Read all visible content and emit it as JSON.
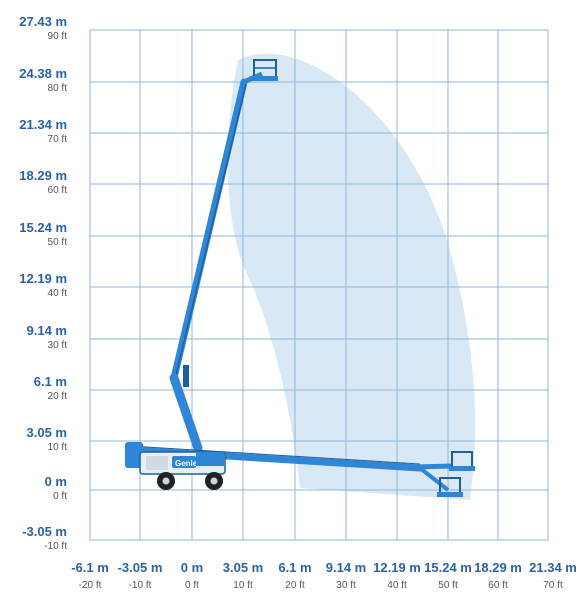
{
  "colors": {
    "grid": "#8fb6dc",
    "envelope": "#cfe2f3",
    "boom": "#2f86d6",
    "boom_dark": "#1f5f9f",
    "label_m": "#2a62a9",
    "label_ft": "#555555",
    "tire": "#222222"
  },
  "brand_text": "Genie",
  "y_axis": [
    {
      "m": "27.43 m",
      "ft": "90 ft"
    },
    {
      "m": "24.38 m",
      "ft": "80 ft"
    },
    {
      "m": "21.34 m",
      "ft": "70 ft"
    },
    {
      "m": "18.29 m",
      "ft": "60 ft"
    },
    {
      "m": "15.24 m",
      "ft": "50 ft"
    },
    {
      "m": "12.19 m",
      "ft": "40 ft"
    },
    {
      "m": "9.14 m",
      "ft": "30 ft"
    },
    {
      "m": "6.1 m",
      "ft": "20 ft"
    },
    {
      "m": "3.05 m",
      "ft": "10 ft"
    },
    {
      "m": "0 m",
      "ft": "0 ft"
    },
    {
      "m": "-3.05 m",
      "ft": "-10 ft"
    }
  ],
  "x_axis": [
    {
      "m": "-6.1 m",
      "ft": "-20 ft"
    },
    {
      "m": "-3.05 m",
      "ft": "-10 ft"
    },
    {
      "m": "0 m",
      "ft": "0 ft"
    },
    {
      "m": "3.05 m",
      "ft": "10 ft"
    },
    {
      "m": "6.1 m",
      "ft": "20 ft"
    },
    {
      "m": "9.14 m",
      "ft": "30 ft"
    },
    {
      "m": "12.19 m",
      "ft": "40 ft"
    },
    {
      "m": "15.24 m",
      "ft": "50 ft"
    },
    {
      "m": "18.29 m",
      "ft": "60 ft"
    },
    {
      "m": "21.34 m",
      "ft": "70 ft"
    }
  ]
}
